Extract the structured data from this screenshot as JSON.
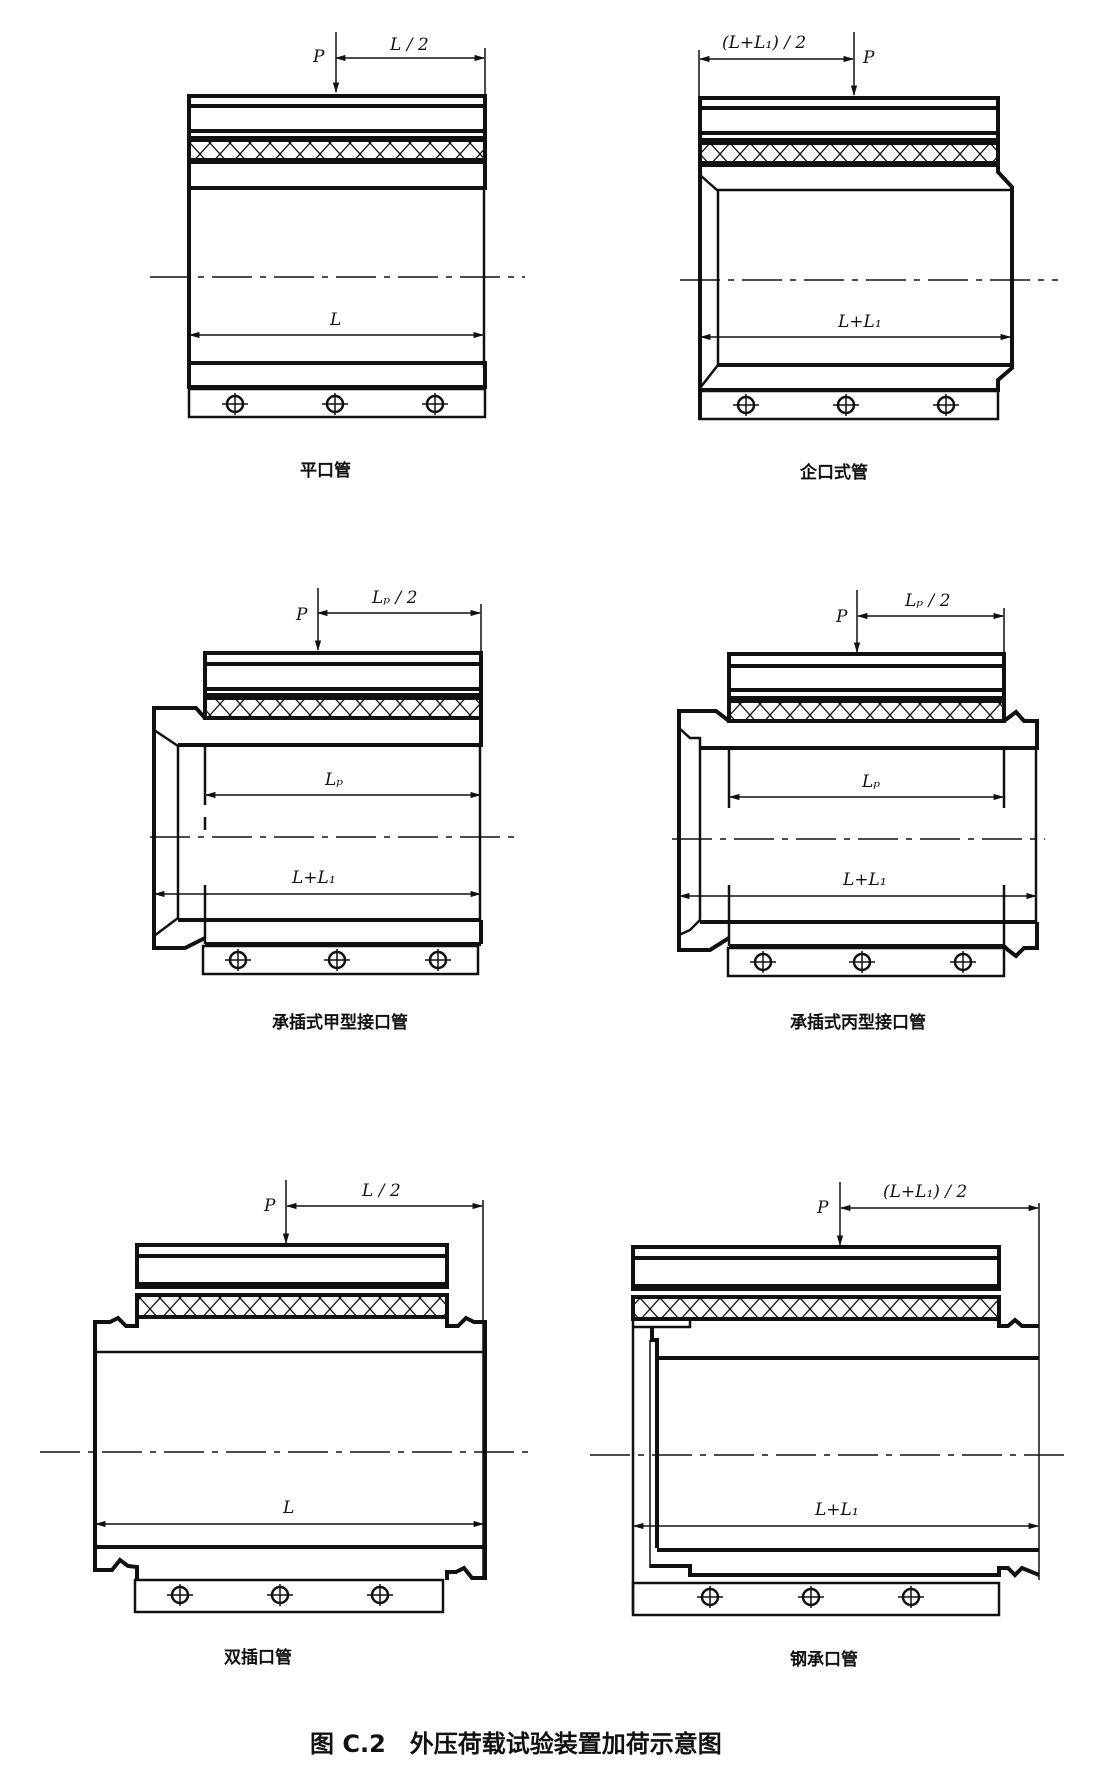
{
  "figure": {
    "title": "图 C.2　外压荷载试验装置加荷示意图"
  },
  "panels": [
    {
      "id": "flat",
      "caption": "平口管",
      "load_label": "P",
      "load_dim_label": "L / 2",
      "length_labels": [
        "L"
      ]
    },
    {
      "id": "tongue-groove",
      "caption": "企口式管",
      "load_label": "P",
      "load_dim_label": "(L+L₁) / 2",
      "length_labels": [
        "L+L₁"
      ]
    },
    {
      "id": "socket-a",
      "caption": "承插式甲型接口管",
      "load_label": "P",
      "load_dim_label": "Lₚ / 2",
      "length_labels": [
        "Lₚ",
        "L+L₁"
      ]
    },
    {
      "id": "socket-c",
      "caption": "承插式丙型接口管",
      "load_label": "P",
      "load_dim_label": "Lₚ / 2",
      "length_labels": [
        "Lₚ",
        "L+L₁"
      ]
    },
    {
      "id": "double-spigot",
      "caption": "双插口管",
      "load_label": "P",
      "load_dim_label": "L / 2",
      "length_labels": [
        "L"
      ]
    },
    {
      "id": "steel-bell",
      "caption": "钢承口管",
      "load_label": "P",
      "load_dim_label": "(L+L₁) / 2",
      "length_labels": [
        "L+L₁"
      ]
    }
  ]
}
